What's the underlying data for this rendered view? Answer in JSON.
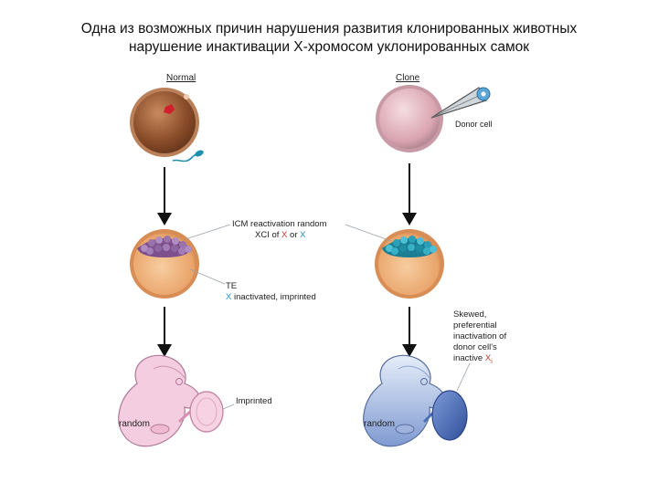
{
  "title": {
    "line1": "Одна из возможных причин нарушения развития клонированных животных",
    "line2": "нарушение инактивации Х-хромосом  уклонированных самок"
  },
  "columns": {
    "left_header": "Normal",
    "right_header": "Clone"
  },
  "labels": {
    "donor_cell": "Donor cell",
    "icm_line1": "ICM reactivation random",
    "icm_line2_prefix": "XCI of ",
    "icm_x1": "X",
    "icm_or": " or ",
    "icm_x2": "X",
    "te_line1": "TE",
    "te_line2_x": "X",
    "te_line2_rest": " inactivated, imprinted",
    "skewed_1": "Skewed,",
    "skewed_2": "preferential",
    "skewed_3": "inactivation of",
    "skewed_4": "donor cell's",
    "skewed_5_prefix": "inactive ",
    "skewed_5_x": "X",
    "skewed_5_sub": "i",
    "imprinted": "Imprinted",
    "random_left": "random",
    "random_right": "random"
  },
  "colors": {
    "oocyte": "#a8633a",
    "clone_oocyte": "#e8b7c0",
    "blastocyst": "#f0b27a",
    "icm_normal": "#8e5a9a",
    "icm_clone": "#2aa0b8",
    "fetus_normal": "#f4c7dd",
    "fetus_clone": "#c9d7f0",
    "placenta_normal": "#f2b6cf",
    "placenta_clone": "#4a6fb8",
    "accent_blue": "#2a8fc0"
  }
}
